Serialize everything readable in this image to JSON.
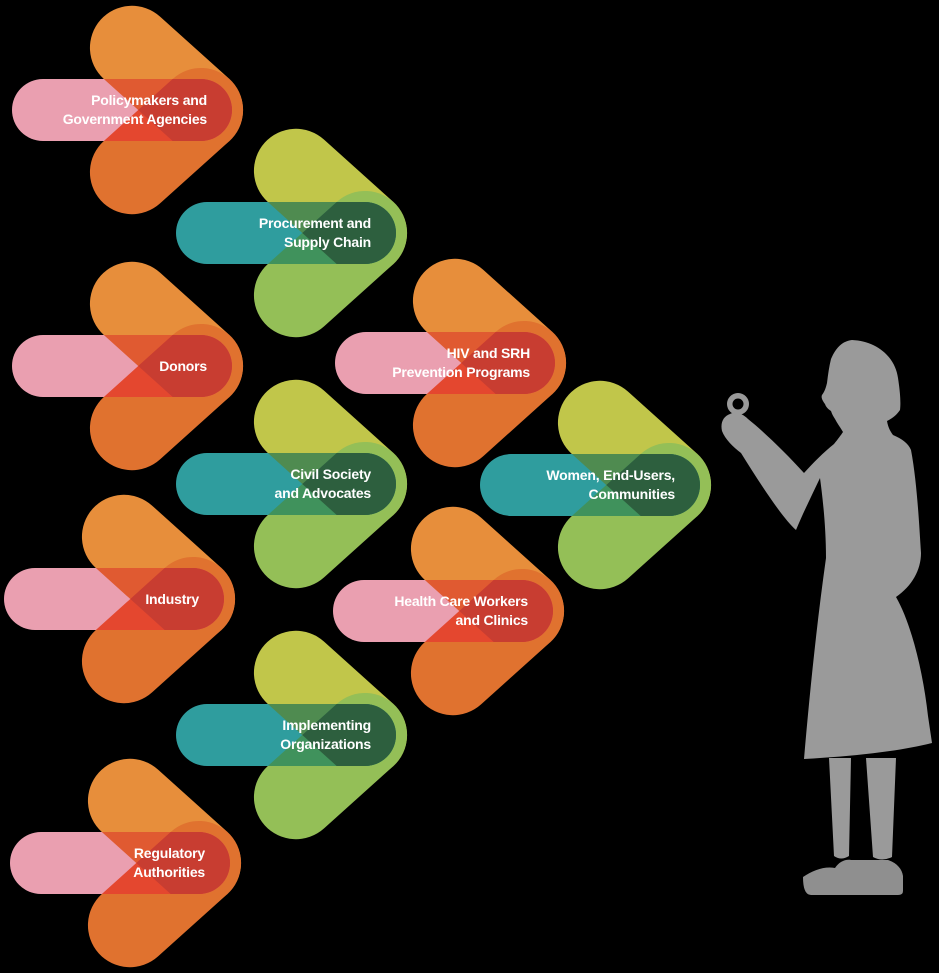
{
  "background_color": "#000000",
  "diagram": {
    "description": "Stakeholder chevron arrows pointing toward a woman silhouette holding a ring",
    "stakeholders": [
      {
        "id": "policymakers",
        "scheme": "warm",
        "lines": [
          "Policymakers and",
          "Government Agencies"
        ]
      },
      {
        "id": "procurement",
        "scheme": "cool",
        "lines": [
          "Procurement and",
          "Supply Chain"
        ]
      },
      {
        "id": "donors",
        "scheme": "warm",
        "lines": [
          "Donors"
        ]
      },
      {
        "id": "hiv-srh",
        "scheme": "warm",
        "lines": [
          "HIV and SRH",
          "Prevention Programs"
        ]
      },
      {
        "id": "civil-society",
        "scheme": "cool",
        "lines": [
          "Civil Society",
          "and Advocates"
        ]
      },
      {
        "id": "women-end-users",
        "scheme": "cool",
        "lines": [
          "Women, End-Users,",
          "Communities"
        ]
      },
      {
        "id": "industry",
        "scheme": "warm",
        "lines": [
          "Industry"
        ]
      },
      {
        "id": "health-care",
        "scheme": "warm",
        "lines": [
          "Health Care Workers",
          "and Clinics"
        ]
      },
      {
        "id": "implementing",
        "scheme": "cool",
        "lines": [
          "Implementing",
          "Organizations"
        ]
      },
      {
        "id": "regulatory",
        "scheme": "warm",
        "lines": [
          "Regulatory",
          "Authorities"
        ]
      }
    ],
    "palette": {
      "warm": {
        "a1": "#E78E3B",
        "a2": "#E0722F",
        "p": "#EA9FB0",
        "pa": "#E05A31",
        "pb": "#E4472F",
        "cap": "#C83D31"
      },
      "cool": {
        "a1": "#C1C64A",
        "a2": "#94BF57",
        "p": "#2F9D9E",
        "pa": "#4F8B50",
        "pb": "#40925C",
        "cap": "#2D5F3E"
      },
      "label_text": "#FFFFFF",
      "figure_gray": "#9A9A9A",
      "shoe_gray": "#8F8F8F"
    },
    "figure": {
      "name": "woman-silhouette-holding-ring"
    }
  }
}
